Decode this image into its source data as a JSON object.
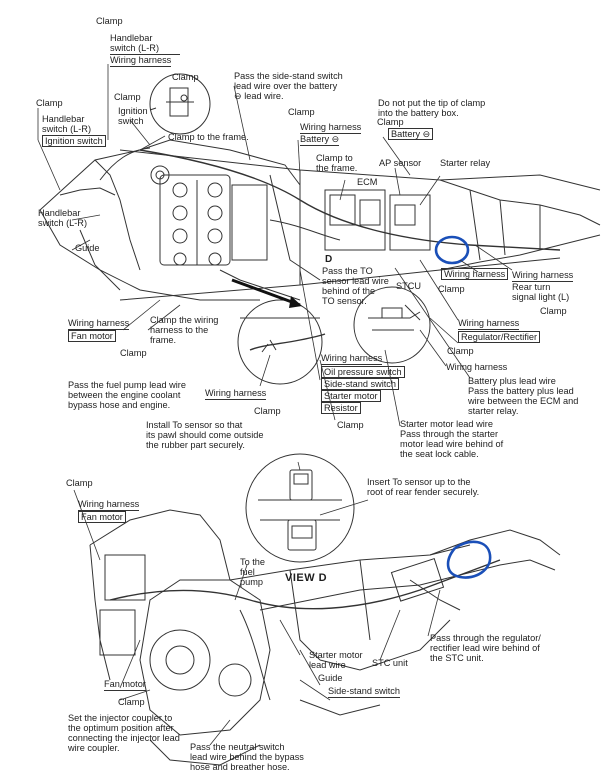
{
  "accent_color": "#1a4fb8",
  "line_color": "#333333",
  "labels": {
    "clamp_tl": "Clamp",
    "handlebar_switch_tl": "Handlebar switch (L-R)",
    "wiring_harness_tl": "Wiring harness",
    "clamp_inset": "Clamp",
    "clamp_left": "Clamp",
    "handlebar_switch_left": "Handlebar\nswitch (L-R)",
    "ignition_switch_left": "Ignition switch",
    "clamp_ign": "Clamp",
    "ignition_switch": "Ignition\nswitch",
    "clamp_to_frame_1": "Clamp to the frame.",
    "side_stand_note": "Pass the side-stand switch\nlead wire over the battery\n⊖ lead wire.",
    "clamp_mid": "Clamp",
    "wiring_harness_mid": "Wiring harness",
    "battery_minus_mid": "Battery ⊖",
    "clamp_tip_note": "Do not put the tip of clamp\ninto the battery box.",
    "clamp_right_top": "Clamp",
    "battery_minus_right": "Battery ⊖",
    "clamp_to_frame_2": "Clamp to\nthe frame.",
    "ecm": "ECM",
    "ap_sensor": "AP sensor",
    "starter_relay": "Starter relay",
    "handlebar_switch_lr2": "Handlebar\nswitch (L-R)",
    "guide_top": "Guide",
    "d_label": "D",
    "to_sensor_note": "Pass the TO\nsensor lead wire\nbehind of the\nTO sensor.",
    "stcu": "STCU",
    "wiring_harness_rear": "Wiring harness",
    "clamp_rear": "Clamp",
    "wiring_harness_rt": "Wiring harness",
    "rear_turn_signal": "Rear turn\nsignal light (L)",
    "clamp_rt": "Clamp",
    "wiring_harness_regulator": "Wiring harness",
    "regulator_rectifier": "Regulator/Rectifier",
    "clamp_reg": "Clamp",
    "wiring_harness_reg2": "Wiring harness",
    "wiring_harness_fan": "Wiring harness",
    "fan_motor_top": "Fan motor",
    "clamp_wiring_note": "Clamp the wiring\nharness to the\nframe.",
    "clamp_fan": "Clamp",
    "fuel_pump_note": "Pass the fuel pump lead wire\nbetween the engine coolant\nbypass hose and engine.",
    "wiring_harness_inset": "Wiring harness",
    "clamp_inset2": "Clamp",
    "wh_list": "Wiring harness",
    "oil_pressure_switch": "Oil pressure switch",
    "side_stand_switch_top": "Side-stand switch",
    "starter_motor_top": "Starter motor",
    "resistor": "Resistor",
    "clamp_res": "Clamp",
    "battery_plus_note": "Battery plus lead wire\nPass the battery plus lead\nwire between the ECM and\nstarter relay.",
    "starter_motor_note": "Starter motor lead wire\nPass through the starter\nmotor lead wire behind of\nthe seat lock cable.",
    "to_sensor_install": "Install To sensor so that\nits pawl should come outside\nthe rubber part securely.",
    "insert_to_sensor": "Insert To sensor up to the\nroot of rear fender securely.",
    "clamp_bottom": "Clamp",
    "wiring_harness_bottom": "Wiring harness",
    "fan_motor_bottom": "Fan motor",
    "to_fuel_pump": "To the\nfuel\npump",
    "view_d": "VIEW D",
    "regulator_pass_note": "Pass through the regulator/\nrectifier lead wire behind of\nthe STC unit.",
    "starter_motor_lead": "Starter motor\nlead wire",
    "stc_unit": "STC unit",
    "guide_bottom": "Guide",
    "side_stand_switch_bottom": "Side-stand switch",
    "fan_motor_lower": "Fan motor",
    "clamp_lower": "Clamp",
    "injector_note": "Set the injector coupler to\nthe optimum position after\nconnecting the injector lead\nwire coupler.",
    "neutral_switch_note": "Pass the neutral switch\nlead wire behind the bypass\nhose and breather hose."
  }
}
